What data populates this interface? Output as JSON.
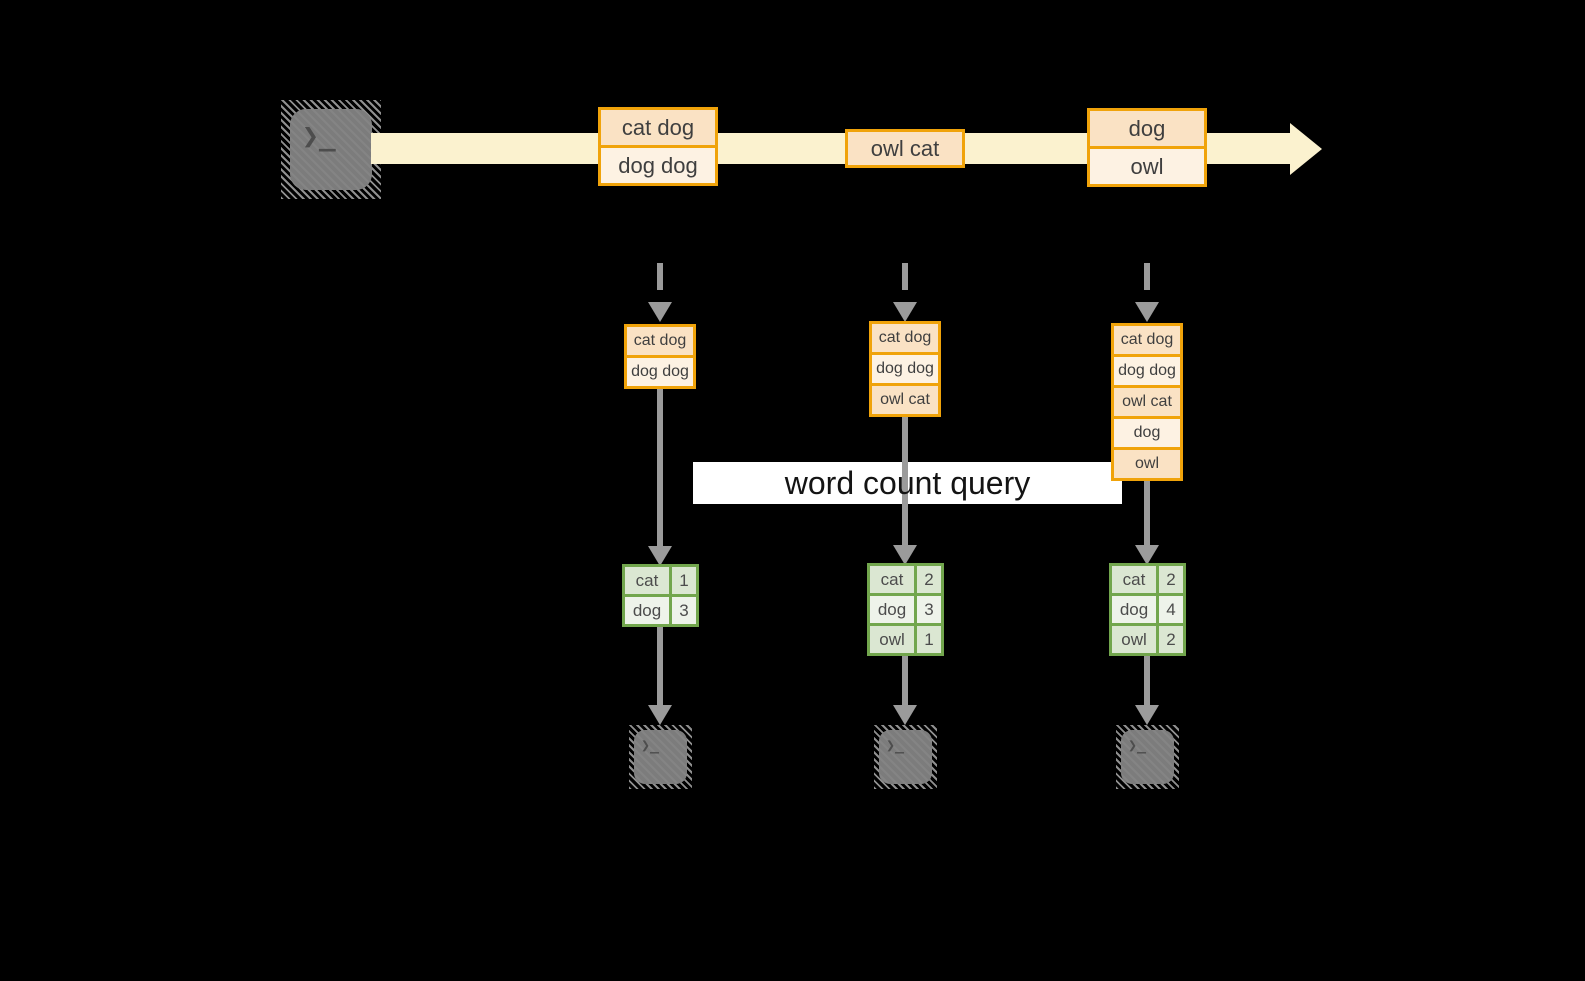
{
  "icons": {
    "terminal_prompt": "❯_"
  },
  "colors": {
    "background": "#000000",
    "stream_band": "#FBF2CF",
    "event_border": "#F0A30A",
    "event_fill_dark": "#FAE2C4",
    "event_fill_light": "#FDF2E3",
    "table_border": "#72A64D",
    "table_fill_dark": "#DBE7D2",
    "table_fill_light": "#EEF3EA",
    "arrow_gray": "#9B9B9B",
    "terminal_gray": "#7C7C7C",
    "label_background": "#FFFFFF",
    "text": "#3F3F3F"
  },
  "timeline": {
    "events": [
      {
        "lines": [
          "cat dog",
          "dog dog"
        ]
      },
      {
        "lines": [
          "owl cat"
        ]
      },
      {
        "lines": [
          "dog",
          "owl"
        ]
      }
    ]
  },
  "query_label": "word count query",
  "columns": [
    {
      "buffer": [
        "cat dog",
        "dog dog"
      ],
      "counts": [
        {
          "word": "cat",
          "count": "1"
        },
        {
          "word": "dog",
          "count": "3"
        }
      ]
    },
    {
      "buffer": [
        "cat dog",
        "dog dog",
        "owl cat"
      ],
      "counts": [
        {
          "word": "cat",
          "count": "2"
        },
        {
          "word": "dog",
          "count": "3"
        },
        {
          "word": "owl",
          "count": "1"
        }
      ]
    },
    {
      "buffer": [
        "cat dog",
        "dog dog",
        "owl cat",
        "dog",
        "owl"
      ],
      "counts": [
        {
          "word": "cat",
          "count": "2"
        },
        {
          "word": "dog",
          "count": "4"
        },
        {
          "word": "owl",
          "count": "2"
        }
      ]
    }
  ]
}
